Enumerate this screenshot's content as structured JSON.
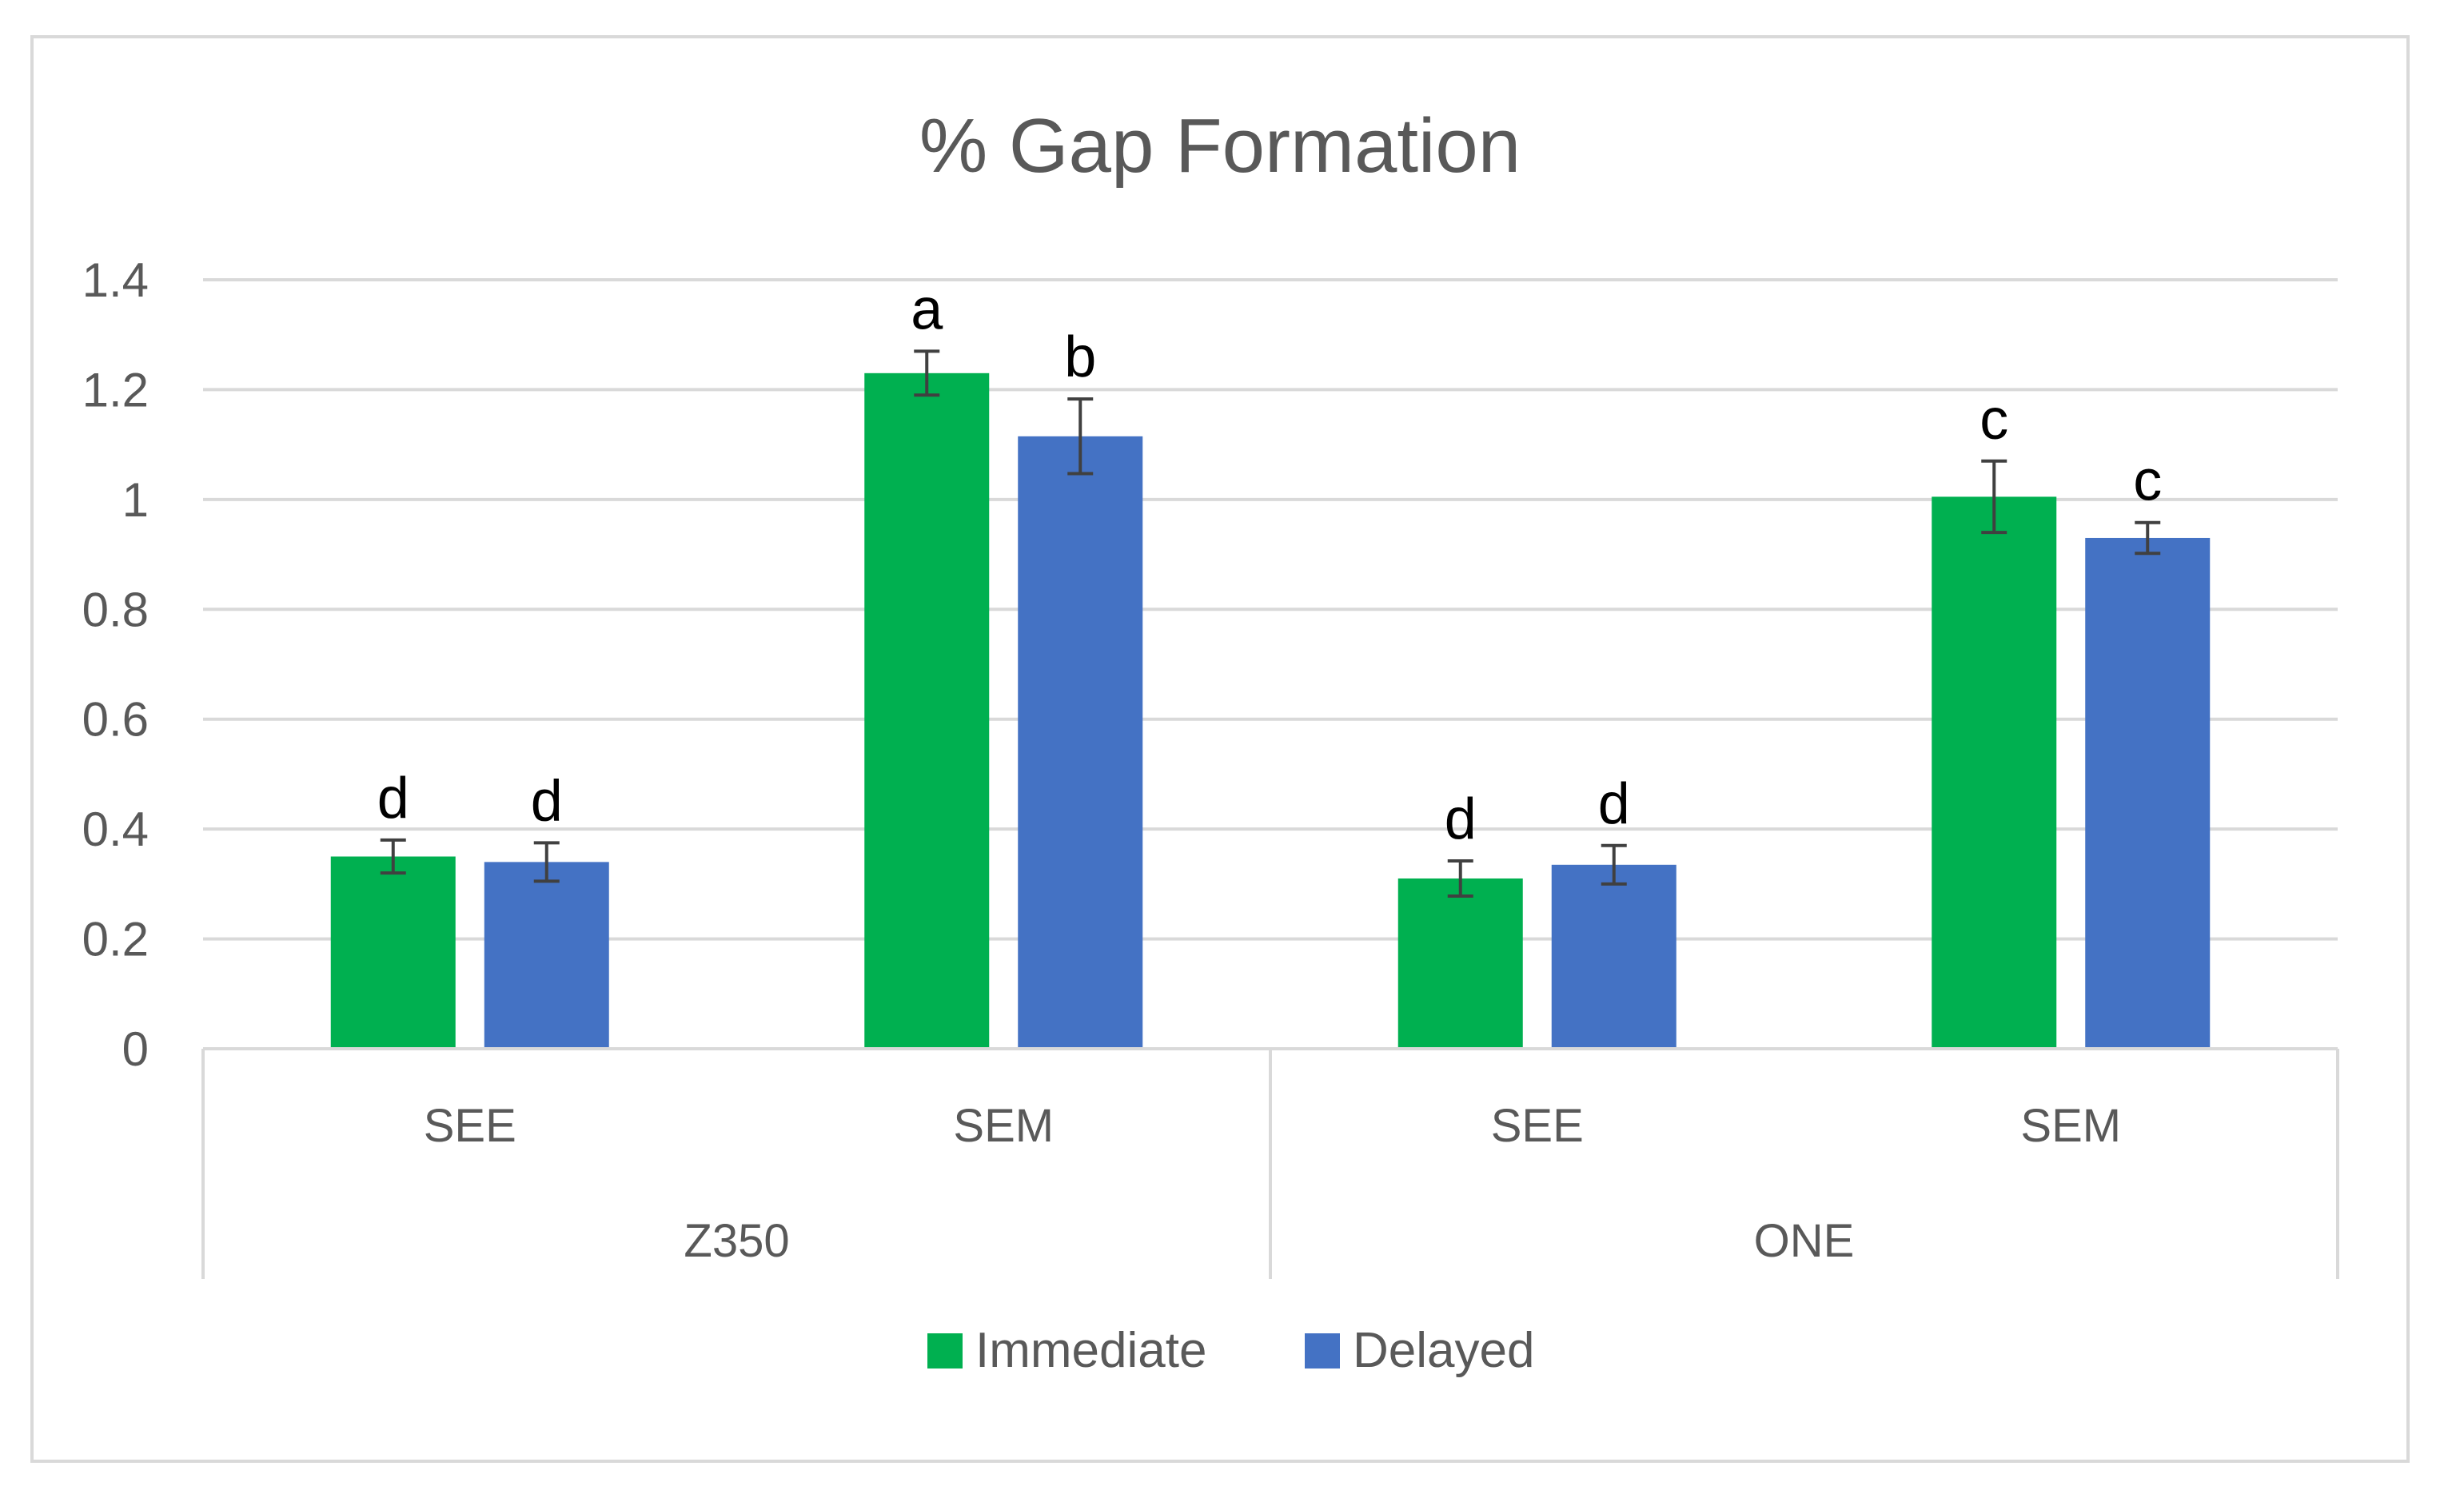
{
  "chart_data": {
    "type": "bar",
    "title": "% Gap Formation",
    "xlabel": "",
    "ylabel": "",
    "ylim": [
      0,
      1.4
    ],
    "yticks": [
      0,
      0.2,
      0.4,
      0.6,
      0.8,
      1,
      1.2,
      1.4
    ],
    "ytick_labels": [
      "0",
      "0.2",
      "0.4",
      "0.6",
      "0.8",
      "1",
      "1.2",
      "1.4"
    ],
    "grid": true,
    "legend_position": "bottom",
    "groups": [
      {
        "label": "Z350",
        "categories": [
          "SEE",
          "SEM"
        ]
      },
      {
        "label": "ONE",
        "categories": [
          "SEE",
          "SEM"
        ]
      }
    ],
    "categories": [
      "SEE",
      "SEM",
      "SEE",
      "SEM"
    ],
    "series": [
      {
        "name": "Immediate",
        "color": "#00b050",
        "values": [
          0.35,
          1.23,
          0.31,
          1.005
        ],
        "errors": [
          0.03,
          0.04,
          0.032,
          0.065
        ],
        "labels": [
          "d",
          "a",
          "d",
          "c"
        ]
      },
      {
        "name": "Delayed",
        "color": "#4472c4",
        "values": [
          0.34,
          1.115,
          0.335,
          0.93
        ],
        "errors": [
          0.035,
          0.068,
          0.035,
          0.028
        ],
        "labels": [
          "d",
          "b",
          "d",
          "c"
        ]
      }
    ]
  }
}
